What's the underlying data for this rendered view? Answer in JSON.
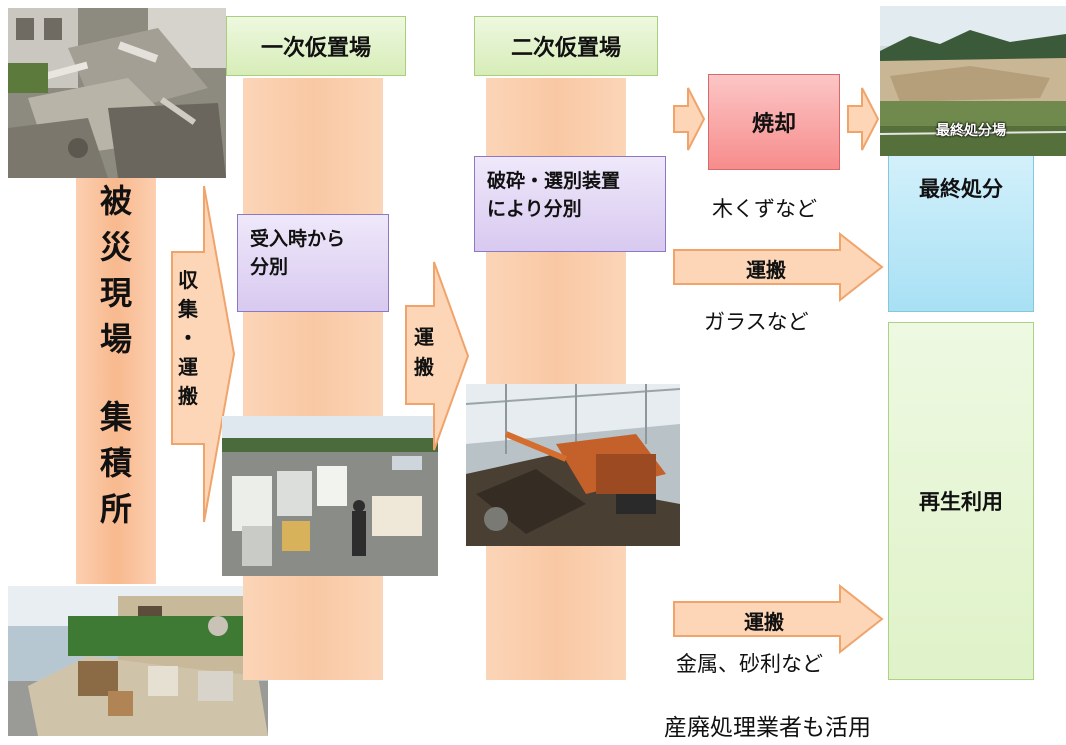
{
  "collection_site": {
    "chars": [
      "被",
      "災",
      "現",
      "場",
      "",
      "集",
      "積",
      "所"
    ]
  },
  "collect_arrow": {
    "chars": [
      "収",
      "集",
      "・",
      "運",
      "搬"
    ]
  },
  "primary": {
    "header": "一次仮置場",
    "box_line1": "受入時から",
    "box_line2": "分別"
  },
  "transport_arrow": {
    "chars": [
      "運",
      "搬"
    ]
  },
  "secondary": {
    "header": "二次仮置場",
    "box_line1": "破砕・選別装置",
    "box_line2": "により分別"
  },
  "incineration": {
    "label": "焼却",
    "note": "木くずなど"
  },
  "transport_glass": {
    "label": "運搬",
    "note": "ガラスなど"
  },
  "transport_metal": {
    "label": "運搬",
    "note": "金属、砂利など"
  },
  "final_disposal": {
    "photo_caption": "最終処分場",
    "label": "最終処分"
  },
  "recycling": {
    "label": "再生利用"
  },
  "footer": {
    "text": "産廃処理業者も活用"
  },
  "colors": {
    "orange_col": "#f9c8a3",
    "green_head": "#d7edb8",
    "purple_box": "#d8c9f0",
    "pink_box": "#f78c8c",
    "blue_box": "#a8e0f4",
    "green_box": "#dff2c8",
    "arrow_fill": "#fcd6b7"
  }
}
